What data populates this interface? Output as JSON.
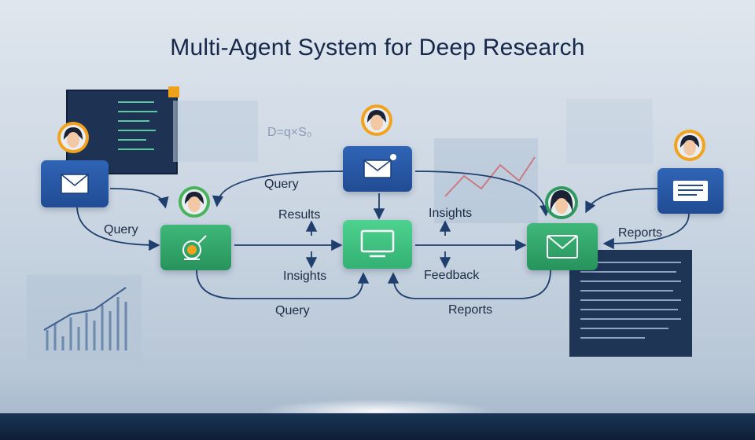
{
  "title": "Multi-Agent System for Deep Research",
  "decor_formula": "D=q×S₀",
  "labels": {
    "query_left": "Query",
    "query_top": "Query",
    "results": "Results",
    "insights_left": "Insights",
    "query_bottom": "Query",
    "insights_right": "Insights",
    "feedback": "Feedback",
    "reports_bottom": "Reports",
    "reports_right": "Reports"
  },
  "colors": {
    "blue_node": "#2a5aa8",
    "green_node": "#2fa56a",
    "mint_node": "#44c484",
    "arrow": "#1f3f6e",
    "avatar_ring": "#f3a21c"
  },
  "icons": {
    "left_agent": "envelope-icon",
    "top_agent": "envelope-icon",
    "right_agent": "document-icon",
    "green_agent": "analysis-icon",
    "center_node": "monitor-icon",
    "writer_node": "envelope-icon"
  }
}
